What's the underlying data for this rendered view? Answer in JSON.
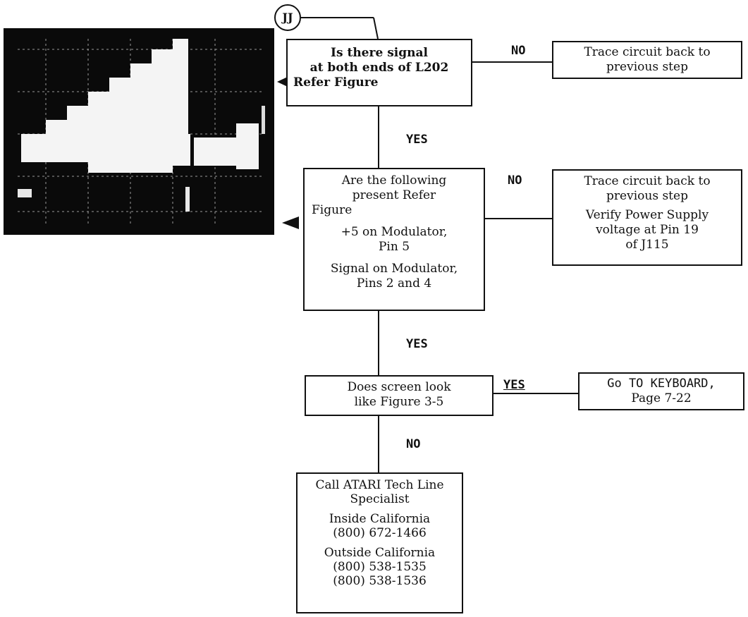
{
  "connector": "JJ",
  "scope_image": "oscilloscope-waveform-photo",
  "decisions": [
    {
      "lines": [
        "Is there signal",
        "at both ends of L202",
        "Refer Figure"
      ],
      "no": "NO",
      "yes": "YES"
    },
    {
      "lines": [
        "Are the following",
        "present  Refer",
        "Figure"
      ],
      "lines2": [
        "+5 on Modulator,",
        "Pin 5"
      ],
      "lines3": [
        "Signal on Modulator,",
        "Pins 2 and 4"
      ],
      "no": "NO",
      "yes": "YES"
    },
    {
      "lines": [
        "Does screen look",
        "like Figure 3-5"
      ],
      "yes": "YES",
      "no": "NO"
    }
  ],
  "actions": [
    {
      "lines": [
        "Trace circuit back to",
        "previous step"
      ]
    },
    {
      "lines": [
        "Trace circuit back to",
        "previous step"
      ],
      "lines2": [
        "Verify Power Supply",
        "voltage at Pin 19",
        "of J115"
      ]
    },
    {
      "lines": [
        "Go TO KEYBOARD,",
        "Page 7-22"
      ]
    }
  ],
  "final": {
    "lines": [
      "Call ATARI Tech Line",
      "Specialist"
    ],
    "inside": [
      "Inside California",
      "(800) 672-1466"
    ],
    "outside": [
      "Outside California",
      "(800) 538-1535",
      "(800) 538-1536"
    ]
  }
}
